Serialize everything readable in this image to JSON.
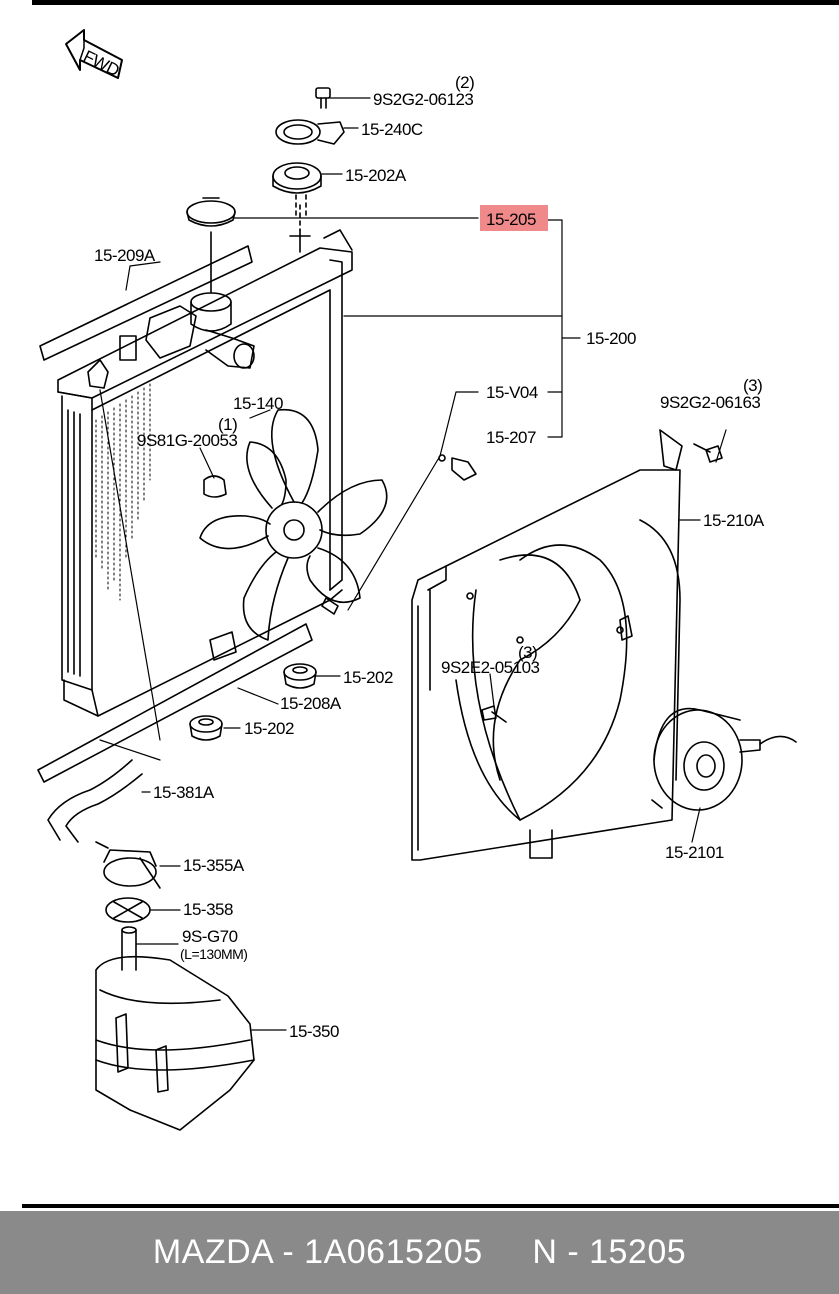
{
  "fwd_label": "FWD",
  "callouts": {
    "p9s2g2_06123": "9S2G2-06123",
    "q2": "(2)",
    "p15_240c": "15-240C",
    "p15_202a": "15-202A",
    "p15_205": "15-205",
    "p15_209a": "15-209A",
    "p15_200": "15-200",
    "p15_v04": "15-V04",
    "p15_207": "15-207",
    "p15_140": "15-140",
    "q1": "(1)",
    "p9s81g_20053": "9S81G-20053",
    "q3a": "(3)",
    "p9s2g2_06163": "9S2G2-06163",
    "p15_210a": "15-210A",
    "q3b": "(3)",
    "p9s2e2_05103": "9S2E2-05103",
    "p15_202_top": "15-202",
    "p15_208a": "15-208A",
    "p15_202_bot": "15-202",
    "p15_381a": "15-381A",
    "p15_2101": "15-2101",
    "p15_355a": "15-355A",
    "p15_358": "15-358",
    "p9s_g70": "9S-G70",
    "l130": "(L=130MM)",
    "p15_350": "15-350"
  },
  "highlight_color": "#f08a8a",
  "footer_text": "MAZDA - 1A0615205     N - 15205"
}
